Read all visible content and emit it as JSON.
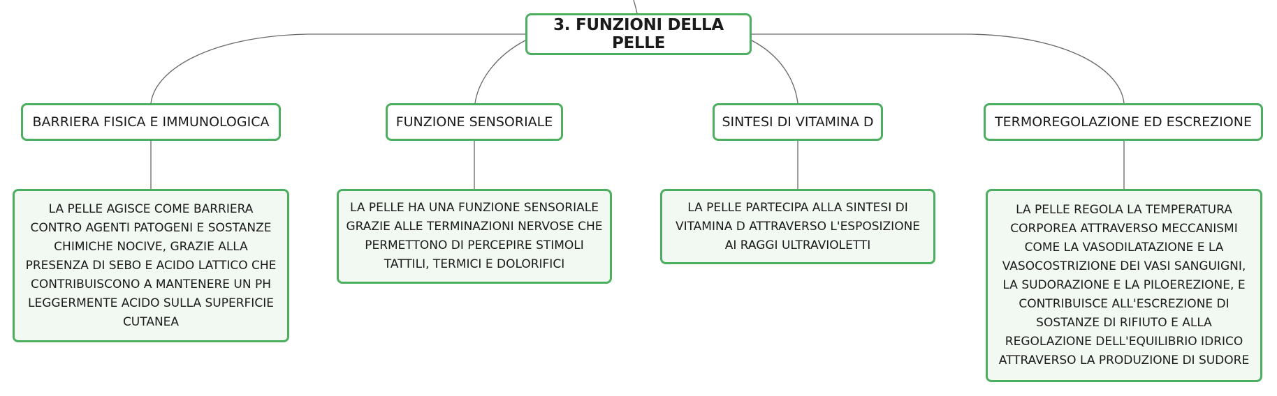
{
  "root": {
    "title": "3. FUNZIONI DELLA PELLE"
  },
  "branches": [
    {
      "title": "BARRIERA FISICA E IMMUNOLOGICA",
      "detail": "LA PELLE AGISCE COME BARRIERA CONTRO AGENTI PATOGENI E SOSTANZE CHIMICHE NOCIVE, GRAZIE ALLA PRESENZA DI SEBO E ACIDO LATTICO CHE CONTRIBUISCONO A MANTENERE UN PH LEGGERMENTE ACIDO SULLA SUPERFICIE CUTANEA"
    },
    {
      "title": "FUNZIONE SENSORIALE",
      "detail": "LA PELLE HA UNA FUNZIONE SENSORIALE GRAZIE ALLE TERMINAZIONI NERVOSE CHE PERMETTONO DI PERCEPIRE STIMOLI TATTILI, TERMICI E DOLORIFICI"
    },
    {
      "title": "SINTESI DI VITAMINA D",
      "detail": "LA PELLE PARTECIPA ALLA SINTESI DI VITAMINA D ATTRAVERSO L'ESPOSIZIONE AI RAGGI ULTRAVIOLETTI"
    },
    {
      "title": "TERMOREGOLAZIONE ED ESCREZIONE",
      "detail": "LA PELLE REGOLA LA TEMPERATURA CORPOREA ATTRAVERSO MECCANISMI COME LA VASODILATAZIONE E LA VASOCOSTRIZIONE DEI VASI SANGUIGNI, LA SUDORAZIONE E LA PILOEREZIONE, E CONTRIBUISCE ALL'ESCREZIONE DI SOSTANZE DI RIFIUTO E ALLA REGOLAZIONE DELL'EQUILIBRIO IDRICO ATTRAVERSO LA PRODUZIONE DI SUDORE"
    }
  ],
  "colors": {
    "border": "#4caf5f",
    "leaf_fill": "#f2f8f2",
    "connector": "#666666"
  }
}
